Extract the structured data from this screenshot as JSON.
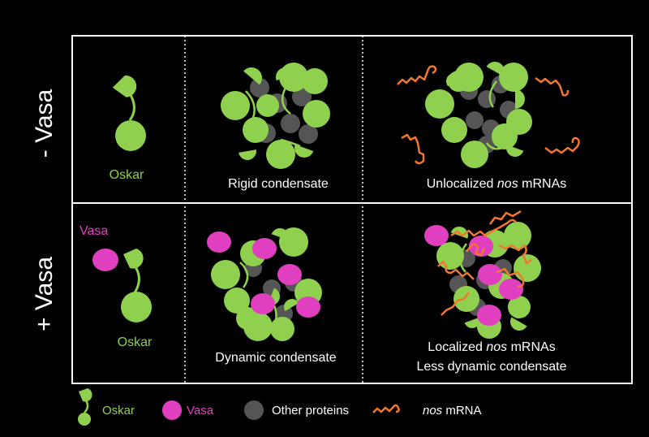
{
  "colors": {
    "background": "#000000",
    "oskar": "#8fd14f",
    "vasa": "#e040c0",
    "other_proteins": "#555555",
    "nos_mrna": "#f07830",
    "frame": "#ffffff"
  },
  "rows": {
    "minus_vasa": "- Vasa",
    "plus_vasa": "+ Vasa"
  },
  "panels": {
    "top_1": "Oskar",
    "top_2": "Rigid condensate",
    "top_3_pre": "Unlocalized ",
    "top_3_em": "nos",
    "top_3_post": " mRNAs",
    "bottom_1_vasa": "Vasa",
    "bottom_1_oskar": "Oskar",
    "bottom_2": "Dynamic condensate",
    "bottom_3_line1_pre": "Localized ",
    "bottom_3_line1_em": "nos",
    "bottom_3_line1_post": " mRNAs",
    "bottom_3_line2": "Less dynamic condensate"
  },
  "legend": {
    "oskar": "Oskar",
    "vasa": "Vasa",
    "other": "Other proteins",
    "nos_em": "nos",
    "nos_post": " mRNA"
  }
}
